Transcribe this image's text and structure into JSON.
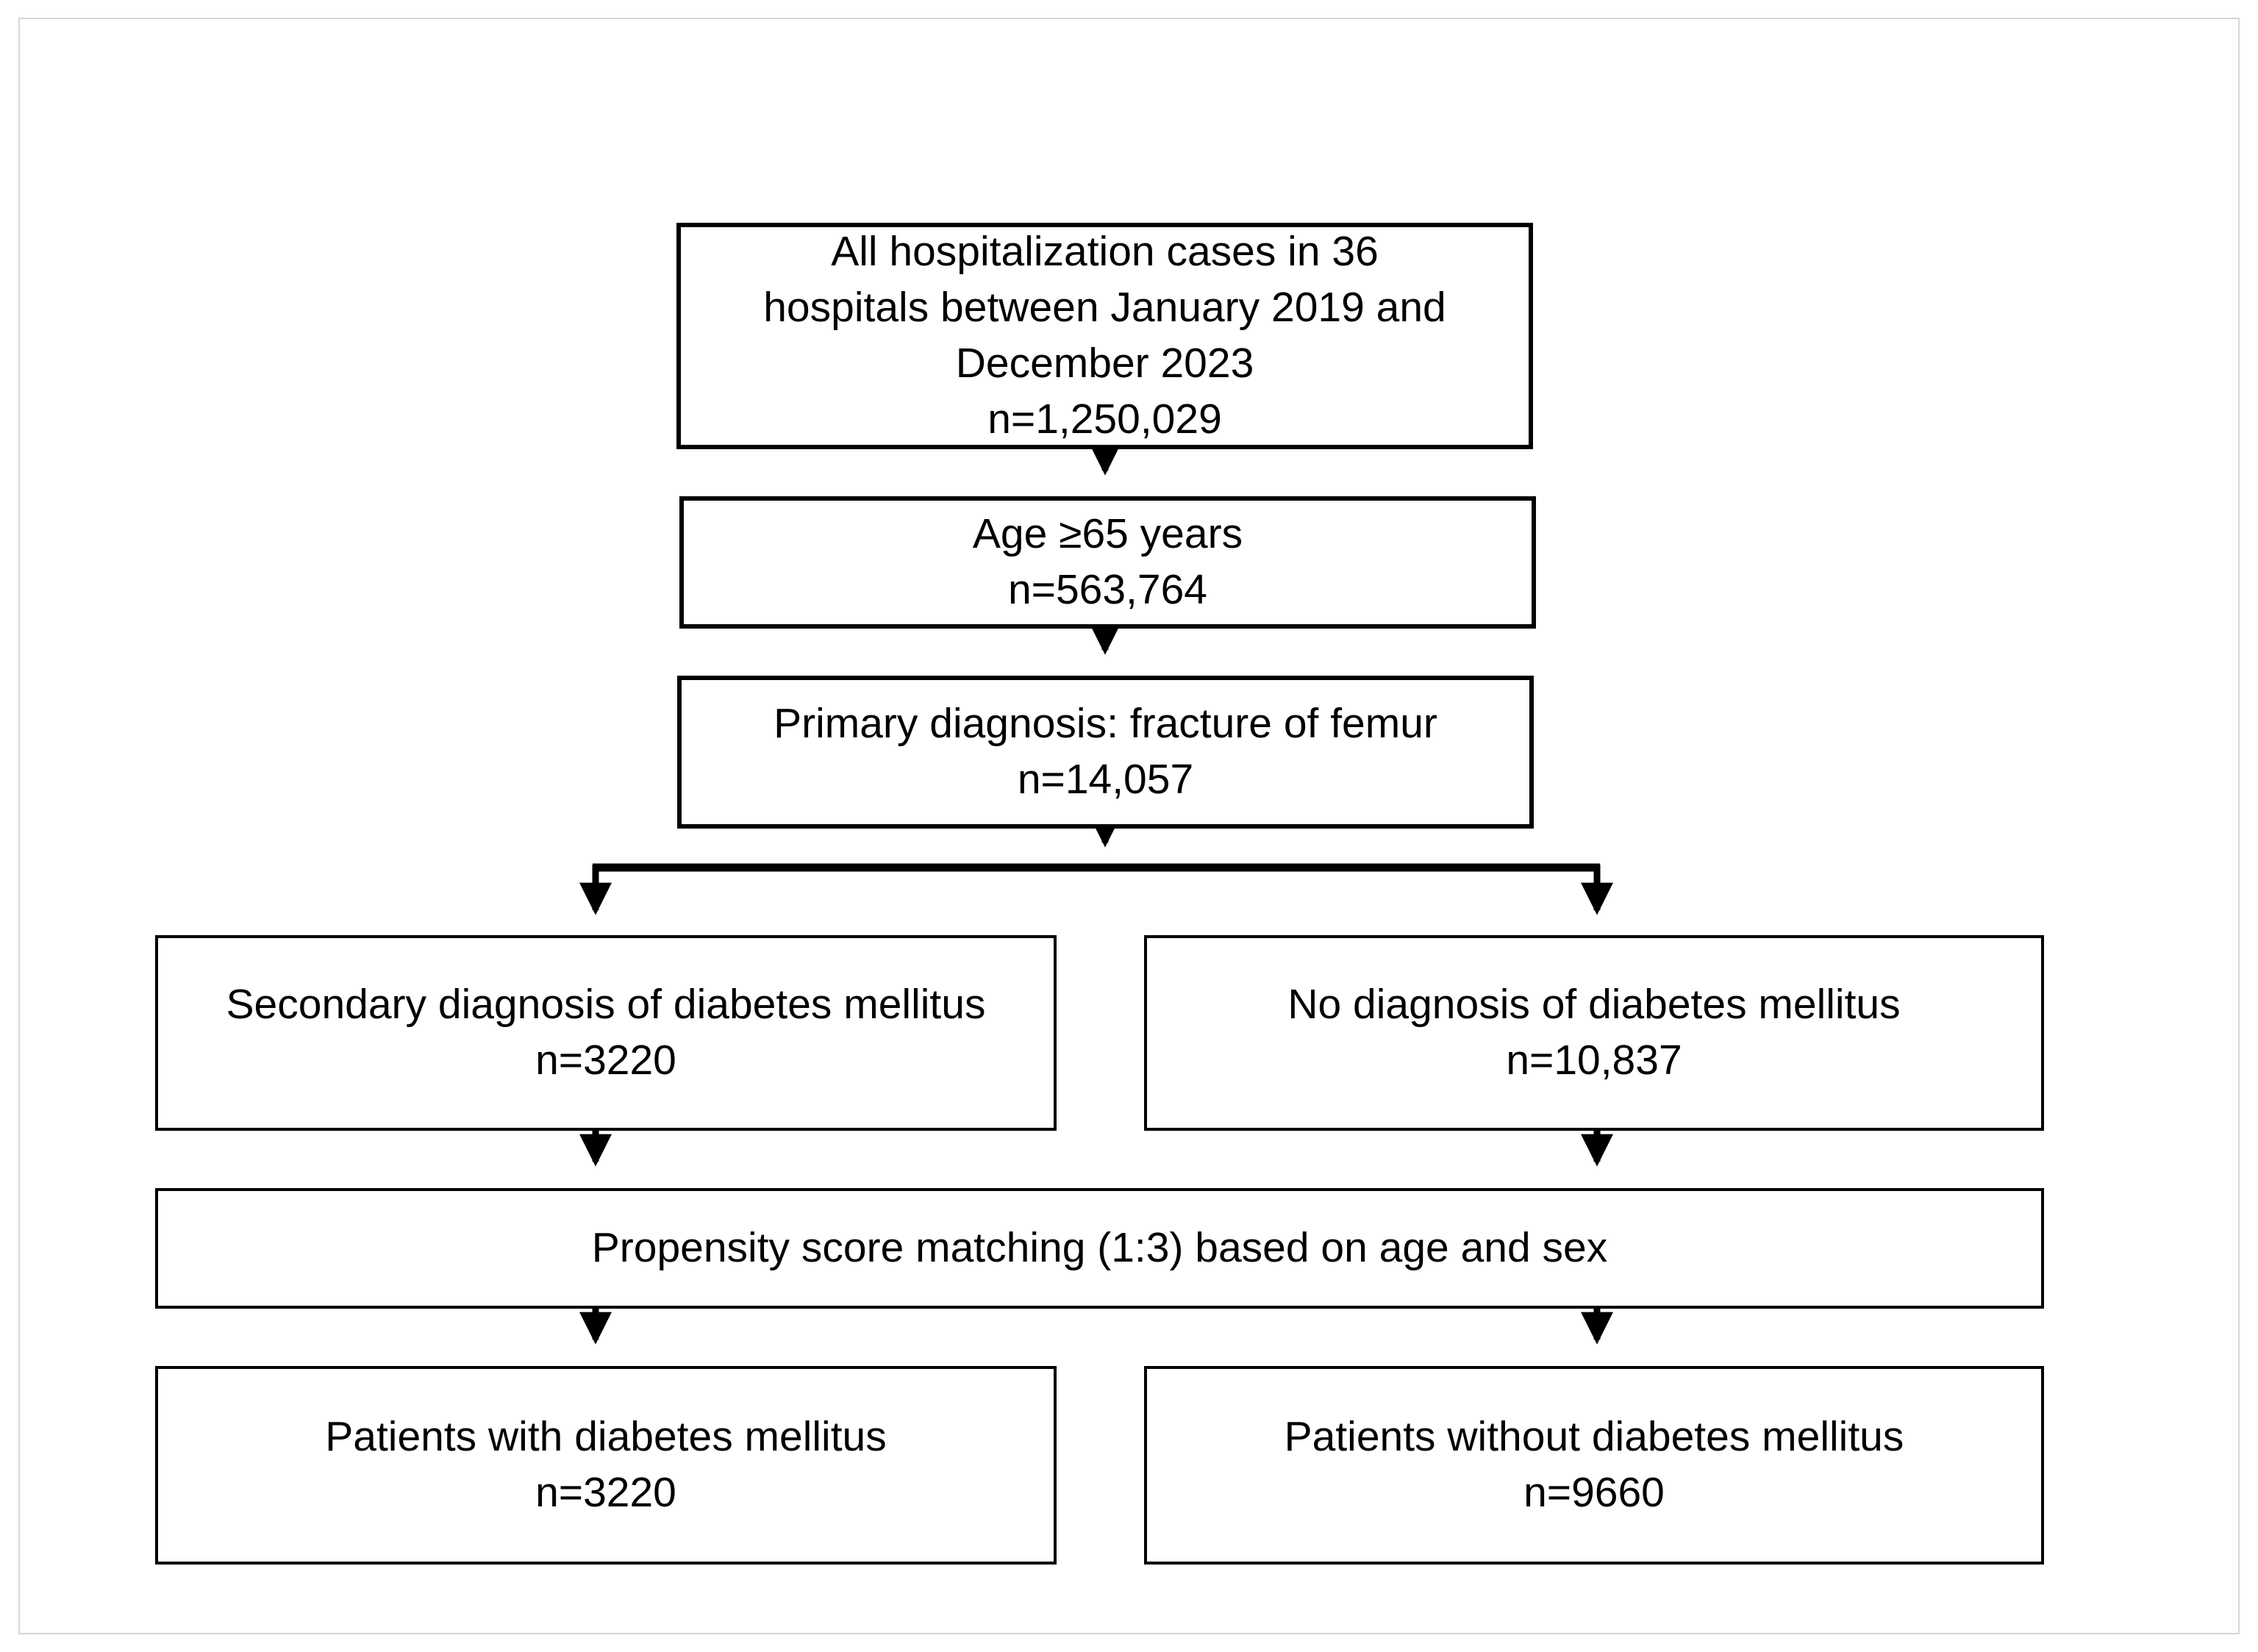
{
  "figure": {
    "kind": "patient-selection-flowchart",
    "background": "#ffffff",
    "frame_color": "#d6d6d6",
    "line_color": "#000000"
  },
  "nodes": {
    "all_cases": {
      "text": "All hospitalization cases in 36\nhospitals between January 2019 and\nDecember 2023\nn=1,250,029"
    },
    "age_65": {
      "text": "Age ≥65 years\nn=563,764"
    },
    "femur": {
      "text": "Primary diagnosis: fracture of femur\nn=14,057"
    },
    "dm": {
      "text": "Secondary diagnosis of diabetes mellitus\nn=3220"
    },
    "no_dm": {
      "text": "No diagnosis of diabetes mellitus\nn=10,837"
    },
    "psm": {
      "text": "Propensity score matching (1:3) based on age and sex"
    },
    "with_dm": {
      "text": "Patients with diabetes mellitus\nn=3220"
    },
    "without_dm": {
      "text": "Patients without diabetes mellitus\nn=9660"
    }
  },
  "edges": [
    {
      "from": "all_cases",
      "to": "age_65"
    },
    {
      "from": "age_65",
      "to": "femur"
    },
    {
      "from": "femur",
      "to": "dm"
    },
    {
      "from": "femur",
      "to": "no_dm"
    },
    {
      "from": "dm",
      "to": "psm"
    },
    {
      "from": "no_dm",
      "to": "psm"
    },
    {
      "from": "psm",
      "to": "with_dm"
    },
    {
      "from": "psm",
      "to": "without_dm"
    }
  ]
}
